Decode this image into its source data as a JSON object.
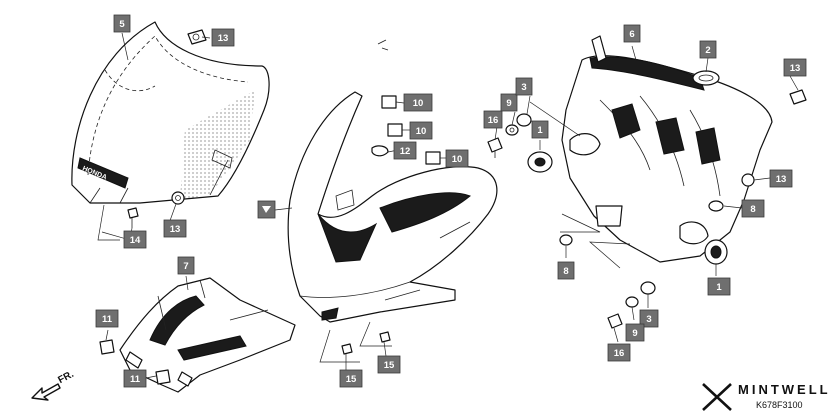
{
  "diagram": {
    "drawing_code": "K678F3100",
    "direction_label": "FR.",
    "brand": "MINTWELL",
    "badge_text": "HONDA",
    "callouts": [
      "5",
      "13",
      "13",
      "14",
      "7",
      "11",
      "11",
      "10",
      "10",
      "12",
      "10",
      "16",
      "9",
      "3",
      "1",
      "6",
      "2",
      "13",
      "13",
      "8",
      "8",
      "1",
      "3",
      "9",
      "16",
      "15",
      "15"
    ]
  }
}
